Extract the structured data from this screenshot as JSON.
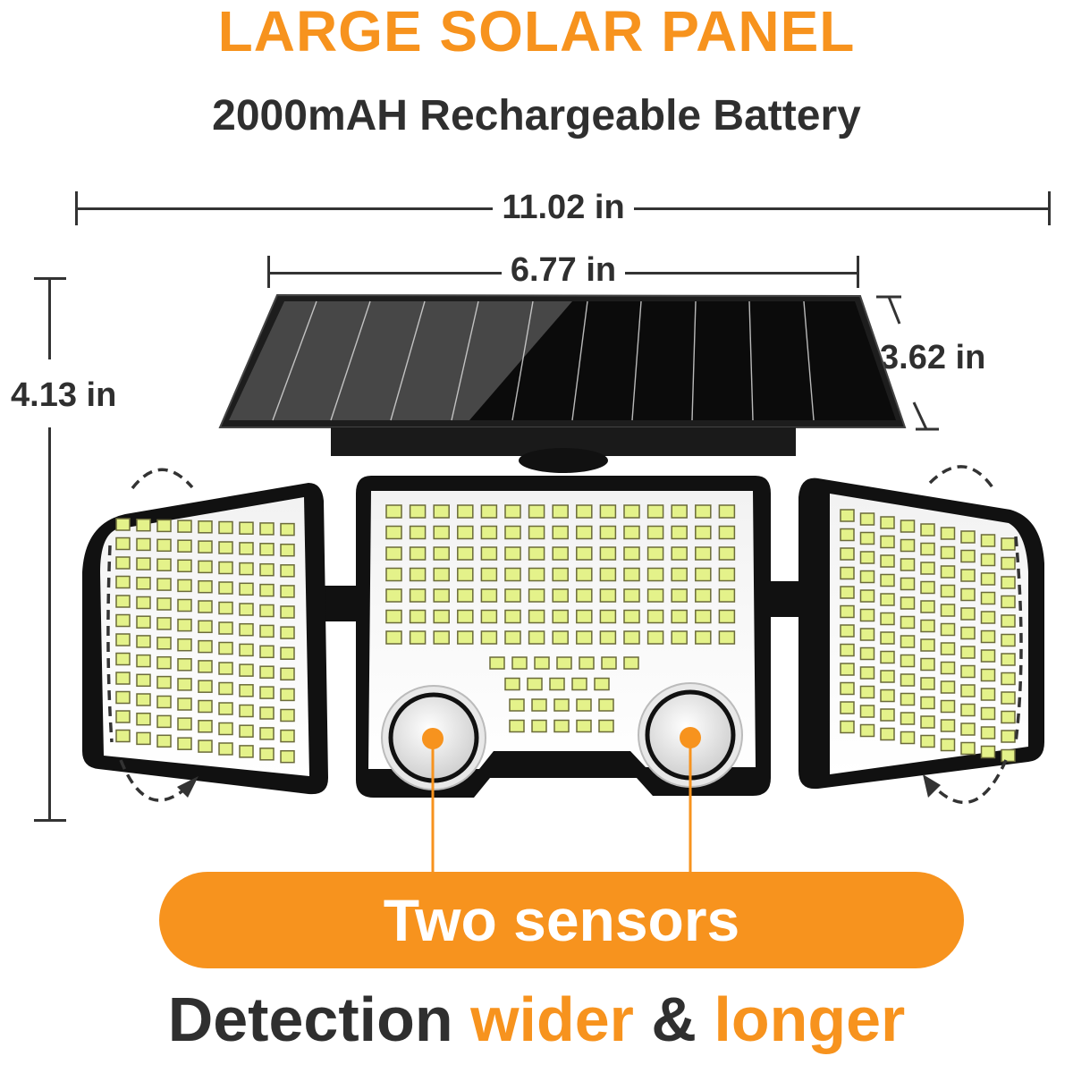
{
  "header": {
    "title": "LARGE SOLAR PANEL",
    "subtitle": "2000mAH Rechargeable Battery"
  },
  "dimensions": {
    "overall_width": "11.02 in",
    "panel_width": "6.77 in",
    "panel_depth": "3.62 in",
    "overall_height": "4.13 in"
  },
  "product": {
    "solar_panel_cells": 11,
    "center_head": {
      "led_rows": 7,
      "led_cols": 15,
      "lower_rows": [
        7,
        5,
        5,
        5
      ]
    },
    "side_heads": {
      "led_rows": 12,
      "led_cols": 9
    },
    "sensors": 2
  },
  "callout": {
    "label": "Two sensors"
  },
  "footer": {
    "part1": "Detection ",
    "part2": "wider",
    "part3": " & ",
    "part4": "longer"
  },
  "colors": {
    "accent": "#f7931e",
    "text_dark": "#2f2f2f",
    "led": "#e4f28a"
  }
}
